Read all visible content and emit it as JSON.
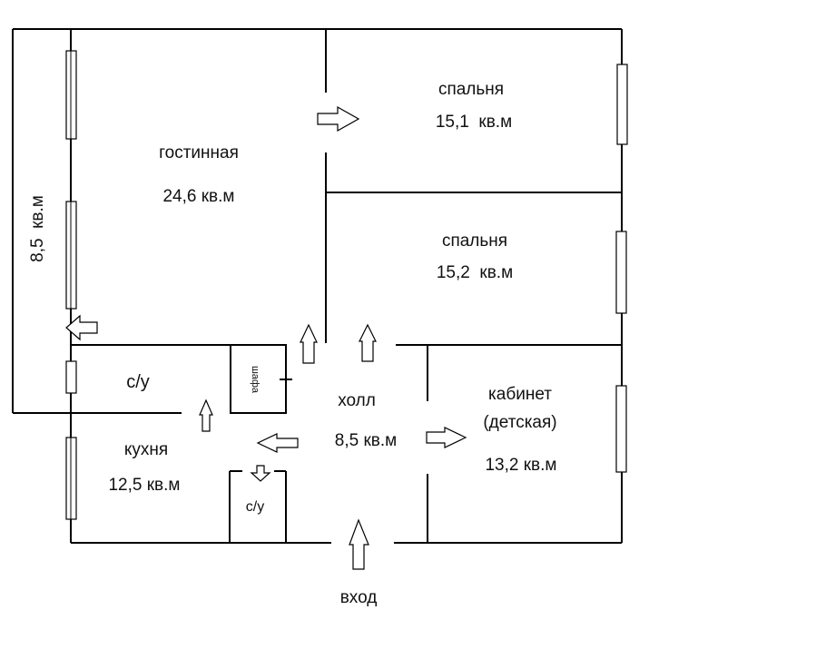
{
  "plan": {
    "rooms": [
      {
        "id": "living",
        "name": "гостинная",
        "area": "24,6 кв.м"
      },
      {
        "id": "bedroom1",
        "name": "спальня",
        "area": "15,1  кв.м"
      },
      {
        "id": "bedroom2",
        "name": "спальня",
        "area": "15,2  кв.м"
      },
      {
        "id": "balcony",
        "area": "8,5  кв.м"
      },
      {
        "id": "bath_upper",
        "name": "с/у"
      },
      {
        "id": "wardrobe",
        "name": "шафа"
      },
      {
        "id": "hall",
        "name": "холл",
        "area": "8,5 кв.м"
      },
      {
        "id": "study",
        "name": "кабинет",
        "subtitle": "(детская)",
        "area": "13,2 кв.м"
      },
      {
        "id": "kitchen",
        "name": "кухня",
        "area": "12,5 кв.м"
      },
      {
        "id": "bath_lower",
        "name": "с/у"
      }
    ],
    "entrance_label": "вход",
    "colors": {
      "line": "#000000",
      "background": "#ffffff"
    }
  }
}
